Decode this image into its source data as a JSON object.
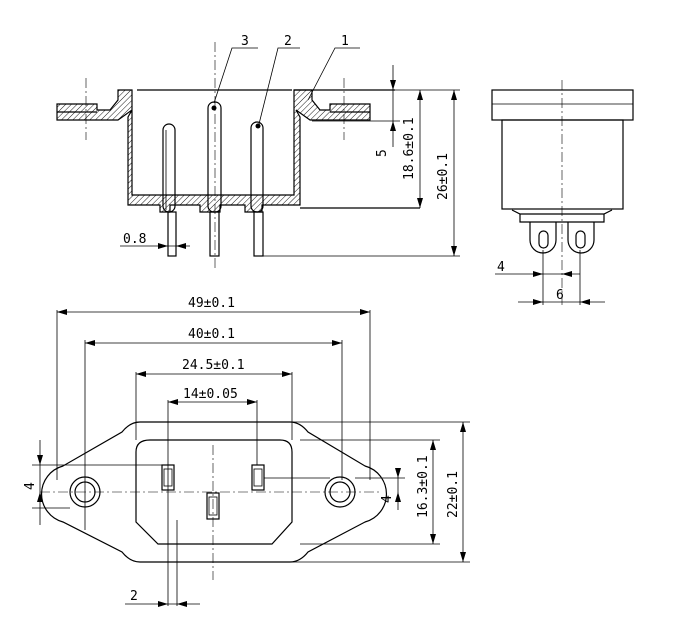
{
  "callouts": {
    "c1": "1",
    "c2": "2",
    "c3": "3"
  },
  "side_view": {
    "dim_height_total": "26±0.1",
    "dim_height_body": "18.6±0.1",
    "dim_flange": "5",
    "dim_pin_width": "0.8"
  },
  "end_view": {
    "dim_pin_pitch": "6",
    "dim_pin_offset": "4"
  },
  "top_view": {
    "dim_overall_width": "49±0.1",
    "dim_hole_spacing": "40±0.1",
    "dim_body_width": "24.5±0.1",
    "dim_pin_spacing": "14±0.05",
    "dim_height_flange": "22±0.1",
    "dim_height_body": "16.3±0.1",
    "dim_left_offset": "4",
    "dim_right_offset": "4",
    "dim_pin_offset": "2"
  }
}
